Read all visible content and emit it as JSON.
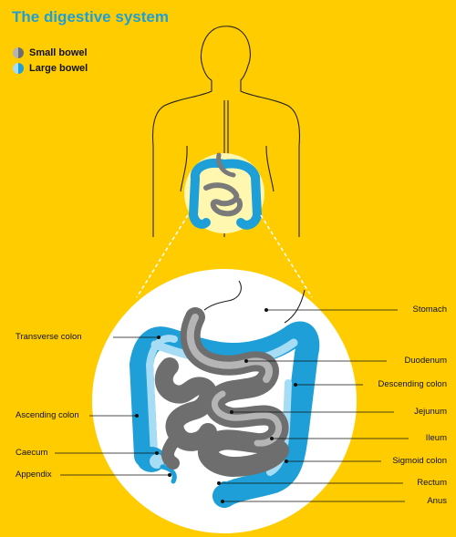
{
  "title": "The digestive system",
  "legend": [
    {
      "label": "Small bowel",
      "color_a": "#B5B5B5",
      "color_b": "#6E6E6E",
      "icon": "half-circle-icon"
    },
    {
      "label": "Large bowel",
      "color_a": "#A6DDF5",
      "color_b": "#1E9FD8",
      "icon": "half-circle-icon"
    }
  ],
  "labels_left": [
    "Transverse colon",
    "Ascending colon",
    "Caecum",
    "Appendix"
  ],
  "labels_right": [
    "Stomach",
    "Duodenum",
    "Descending colon",
    "Jejunum",
    "Ileum",
    "Sigmoid colon",
    "Rectum",
    "Anus"
  ],
  "colors": {
    "background": "#FFCC00",
    "title": "#1E9FD8",
    "large_bowel": "#1E9FD8",
    "large_bowel_light": "#A6DDF5",
    "small_bowel": "#7A7A7A",
    "small_bowel_light": "#B5B5B5",
    "circle": "#FFFFFF"
  }
}
